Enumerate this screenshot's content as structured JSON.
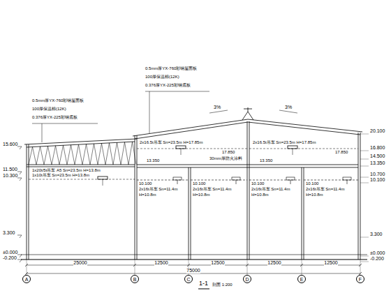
{
  "diagram": {
    "title": "1-1",
    "caption": "剖面 1:200",
    "nodes": [
      {
        "text": [
          "A"
        ]
      },
      {
        "text": [
          "B"
        ]
      },
      {
        "text": [
          "C"
        ]
      },
      {
        "text": [
          "D"
        ]
      },
      {
        "text": [
          "E"
        ]
      },
      {
        "text": [
          "F"
        ]
      }
    ],
    "labels": [
      "0.5mm厚YX-760彩钢屋面板",
      "100厚保温棉(12K)",
      "0.376厚YX-225彩钢底板",
      "0.5mm厚YX-760彩钢屋面板",
      "100厚保温棉(12K)",
      "0.376厚YX-225彩钢底板",
      "15.600",
      "11.500",
      "10.300",
      "3.300",
      "±0.000",
      "-0.200",
      "20.100",
      "16.800",
      "14.500",
      "13.350",
      "10.700",
      "10.100",
      "3.300",
      "±0.000",
      "-0.200",
      "3%",
      "3%",
      "13.350",
      "13.350",
      "1x20t/5t吊车 A5 Sn=23.5m H=13.8m",
      "1x10t吊车 Sn=23.5m H=13.8m",
      "2x16.5t吊车 Sn=23.5m H=17.85m",
      "2x16.5t吊车 Sn=23.5m H=17.85m",
      "17.850",
      "17.850",
      "30mm厚防火涂料",
      "10.100",
      "2x16t吊车 Sn=11.4m",
      "H=10.8m",
      "10.100",
      "2x16t吊车 Sn=11.4m",
      "H=10.8m",
      "10.100",
      "2x16t吊车 Sn=11.4m",
      "H=10.8m",
      "10.100",
      "2x16t吊车 Sn=11.4m",
      "H=10.8m",
      "25000",
      "12500",
      "12500",
      "12500",
      "12500",
      "75000"
    ]
  }
}
